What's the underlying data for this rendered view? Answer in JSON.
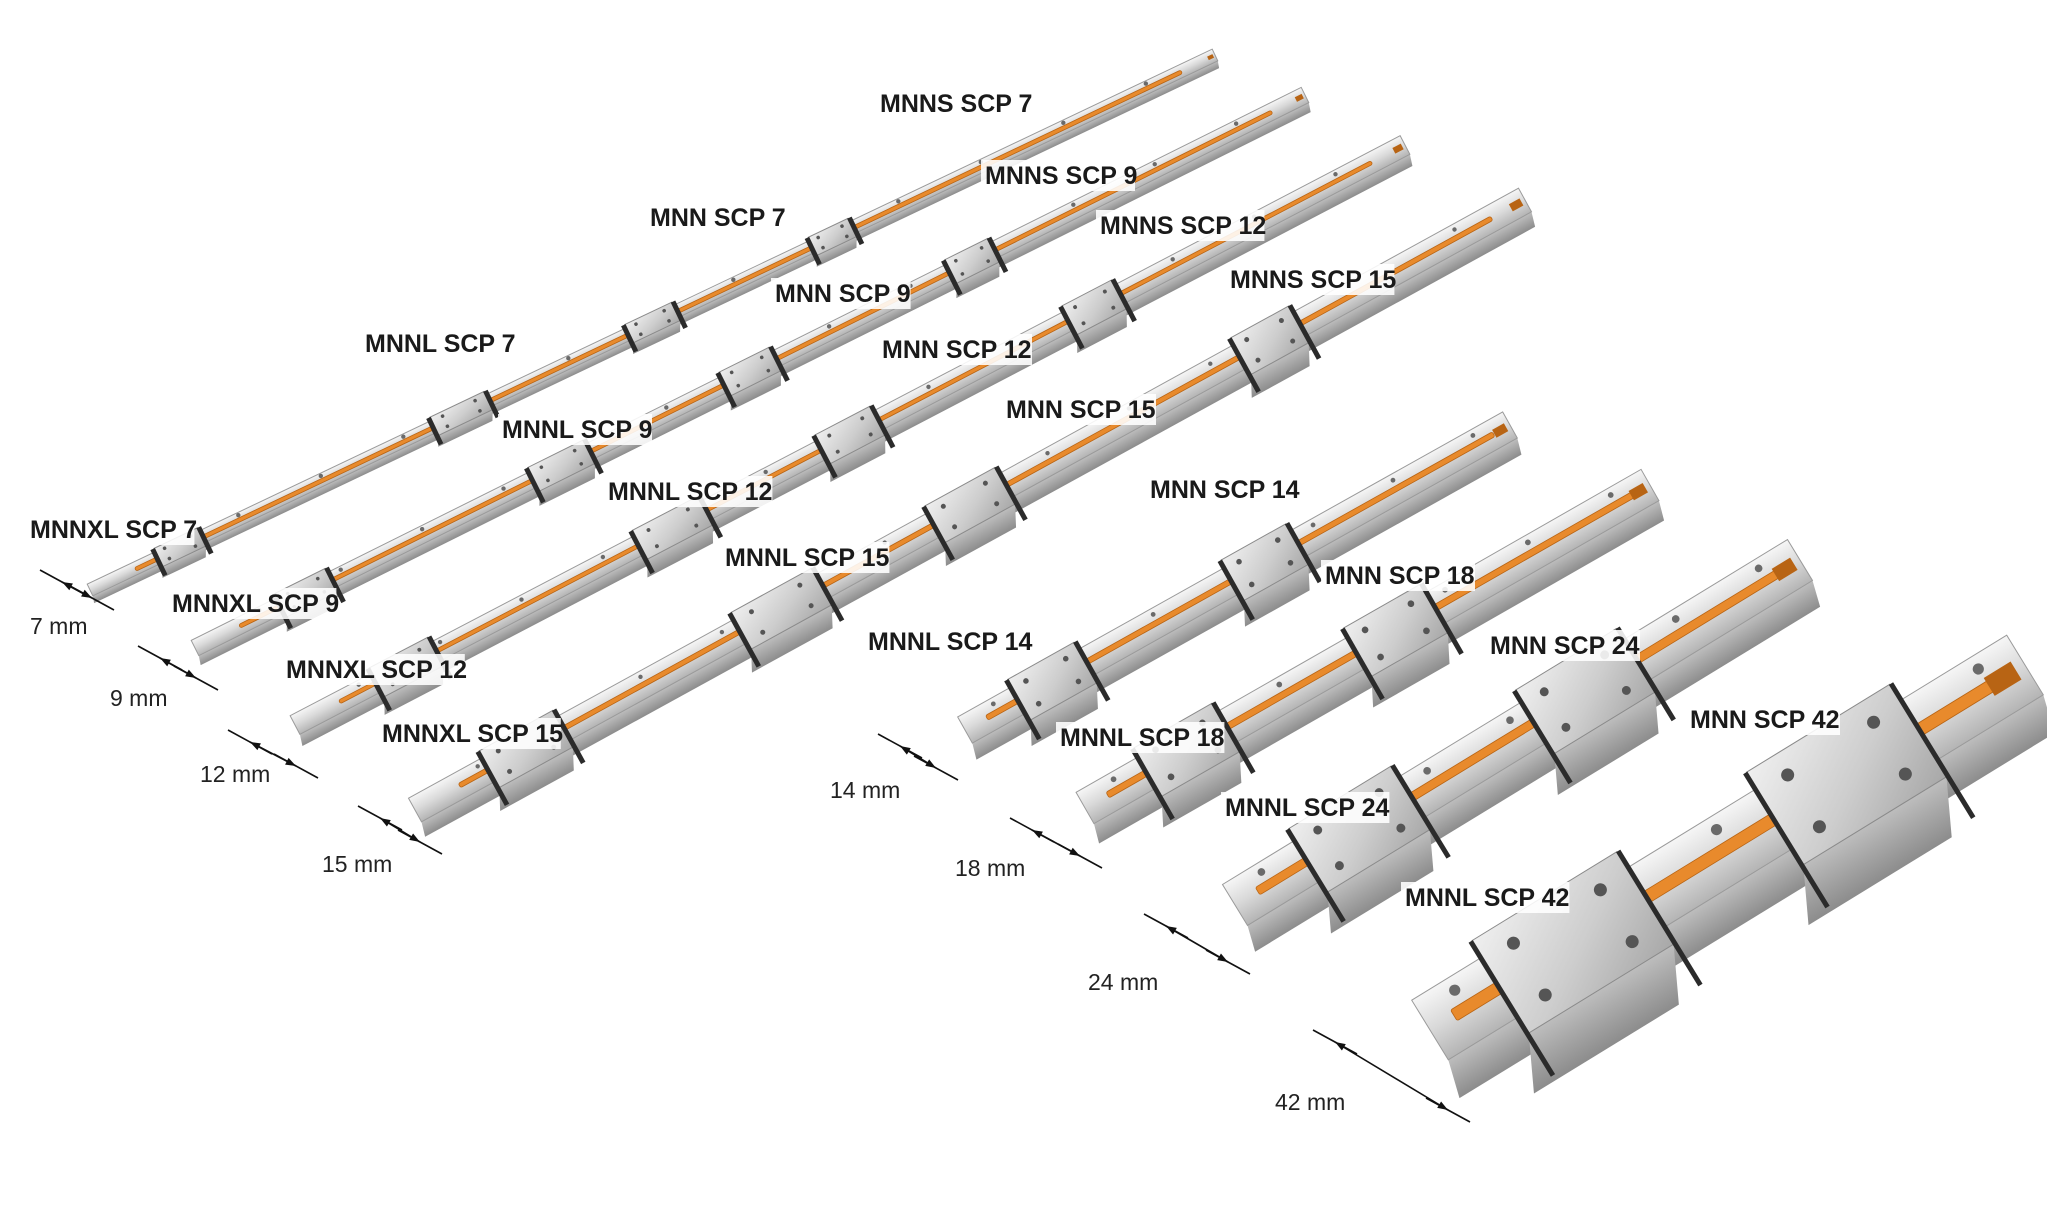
{
  "colors": {
    "stripe": "#e88a2c",
    "stripe_dark": "#b86414",
    "rail_light": "#ececec",
    "rail_mid": "#cfcfcf",
    "rail_dark": "#9e9e9e",
    "carriage": "#c9c9c9",
    "seal": "#2b2b2b",
    "dim_line": "#111111",
    "label_text": "#1a1a1a"
  },
  "rails": [
    {
      "id": "7",
      "labels": [
        "MNNS SCP 7",
        "MNN SCP 7",
        "MNNL SCP 7",
        "MNNXL SCP 7"
      ],
      "dimension": "7 mm"
    },
    {
      "id": "9",
      "labels": [
        "MNNS SCP 9",
        "MNN SCP 9",
        "MNNL SCP 9",
        "MNNXL SCP 9"
      ],
      "dimension": "9 mm"
    },
    {
      "id": "12",
      "labels": [
        "MNNS SCP 12",
        "MNN SCP 12",
        "MNNL SCP 12",
        "MNNXL SCP 12"
      ],
      "dimension": "12 mm"
    },
    {
      "id": "15",
      "labels": [
        "MNNS SCP 15",
        "MNN SCP 15",
        "MNNL SCP 15",
        "MNNXL SCP 15"
      ],
      "dimension": "15 mm"
    },
    {
      "id": "14",
      "labels": [
        "MNN SCP 14",
        "MNNL SCP 14"
      ],
      "dimension": "14 mm"
    },
    {
      "id": "18",
      "labels": [
        "MNN SCP 18",
        "MNNL SCP 18"
      ],
      "dimension": "18 mm"
    },
    {
      "id": "24",
      "labels": [
        "MNN SCP 24",
        "MNNL SCP 24"
      ],
      "dimension": "24 mm"
    },
    {
      "id": "42",
      "labels": [
        "MNN SCP 42",
        "MNNL SCP 42"
      ],
      "dimension": "42 mm"
    }
  ]
}
